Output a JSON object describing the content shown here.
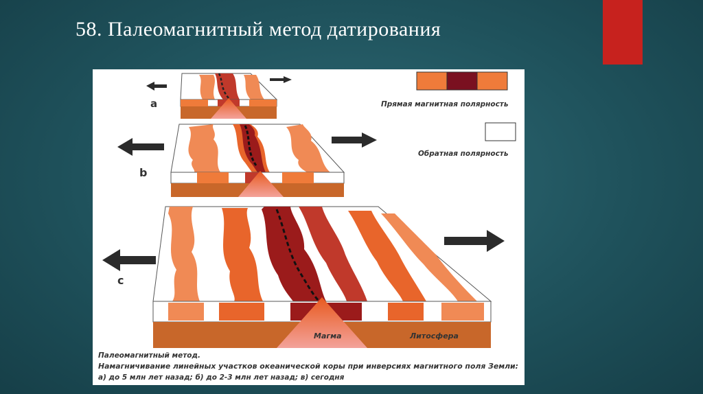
{
  "slide": {
    "title": "58. Палеомагнитный метод датирования",
    "accent_color": "#c7221e",
    "background_color": "#1f525c"
  },
  "diagram": {
    "stage_labels": [
      "a",
      "b",
      "c"
    ],
    "legend": {
      "normal_label": "Прямая магнитная полярность",
      "reverse_label": "Обратная полярность",
      "normal_colors": [
        "#ef7b3a",
        "#7a1020",
        "#ef7b3a"
      ],
      "reverse_color": "#ffffff"
    },
    "labels": {
      "magma": "Магма",
      "lithosphere": "Литосфера"
    },
    "caption": {
      "title": "Палеомагнитный метод.",
      "line1": "Намагничивание линейных участков океанической коры при инверсиях магнитного поля Земли:",
      "line2": "а) до 5 млн лет назад; б) до 2-3 млн лет назад; в) сегодня"
    }
  }
}
